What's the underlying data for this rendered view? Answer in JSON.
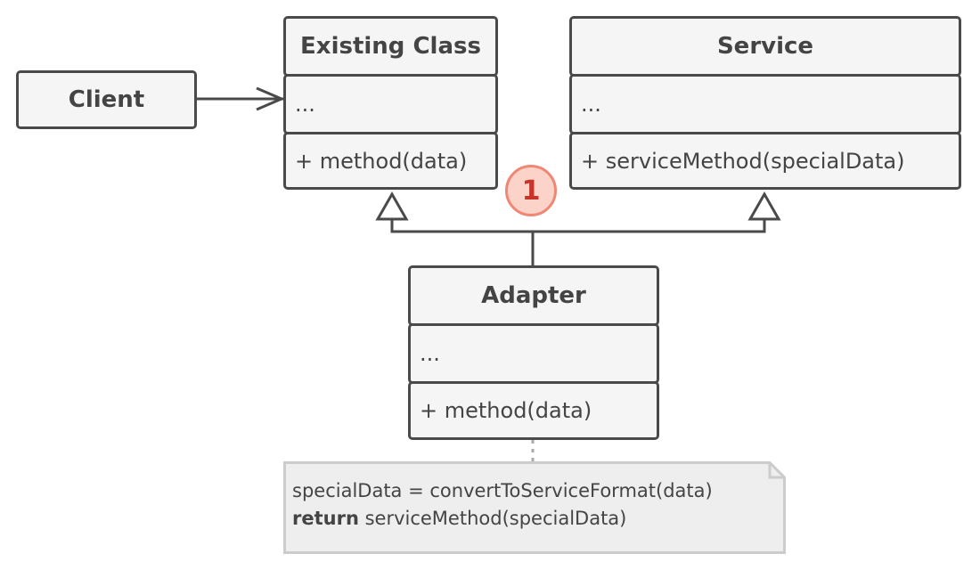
{
  "client": {
    "title": "Client"
  },
  "existing_class": {
    "title": "Existing Class",
    "fields": "...",
    "methods": "+ method(data)"
  },
  "service": {
    "title": "Service",
    "fields": "...",
    "methods": "+ serviceMethod(specialData)"
  },
  "adapter": {
    "title": "Adapter",
    "fields": "...",
    "methods": "+ method(data)"
  },
  "badge": {
    "number": "1"
  },
  "note": {
    "line1": "specialData = convertToServiceFormat(data)",
    "line2_keyword": "return",
    "line2_rest": " serviceMethod(specialData)"
  },
  "colors": {
    "box_fill": "#f5f5f5",
    "border": "#4a4a4a",
    "badge_fill": "#fbd3c9",
    "badge_border": "#f08775",
    "badge_text": "#c9342a",
    "note_fill": "#eeeeee"
  }
}
